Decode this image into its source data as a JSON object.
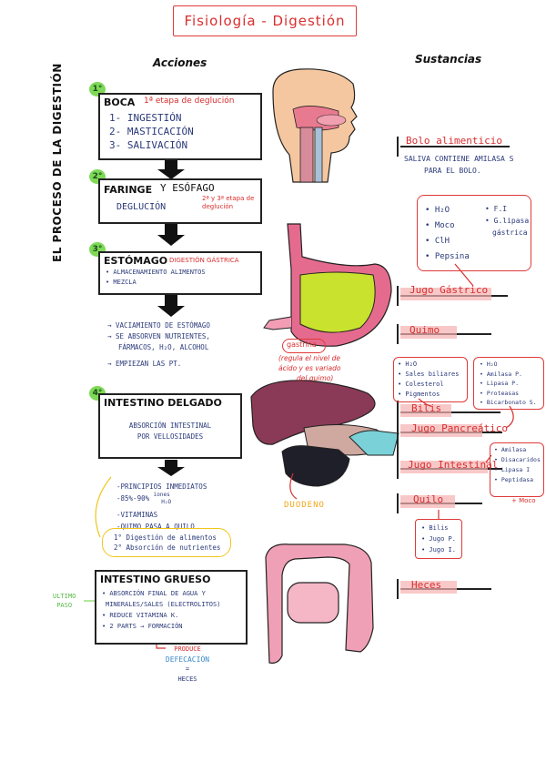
{
  "title": "Fisiología - Digestión",
  "vertical_label": "EL PROCESO DE LA DIGESTIÓN",
  "headers": {
    "actions": "Acciones",
    "substances": "Sustancias"
  },
  "stages": [
    {
      "num": "1°",
      "organ": "BOCA",
      "note": "1ª etapa de deglución",
      "lines": [
        "1- INGESTIÓN",
        "2- MASTICACIÓN",
        "3- SALIVACIÓN"
      ]
    },
    {
      "num": "2°",
      "organ": "FARINGE",
      "organ2": "Y ESÓFAGO",
      "note": "2ª y 3ª etapa de deglución",
      "lines": [
        "DEGLUCIÓN"
      ]
    },
    {
      "num": "3°",
      "organ": "ESTÓMAGO",
      "note": "DIGESTIÓN GÁSTRICA",
      "lines": [
        "• ALMACENAMIENTO ALIMENTOS",
        "• MEZCLA"
      ]
    },
    {
      "num": "4°",
      "organ": "INTESTINO DELGADO",
      "lines": [
        "ABSORCIÓN INTESTINAL",
        "POR VELLOSIDADES"
      ]
    },
    {
      "organ": "INTESTINO GRUESO",
      "lines": [
        "• ABSORCIÓN FINAL DE AGUA Y",
        "MINERALES/SALES (ELECTROLITOS)",
        "• REDUCE VITAMINA K.",
        "• 2 PARTS → FORMACIÓN"
      ]
    }
  ],
  "stomach_notes": [
    "→ VACIAMIENTO DE ESTÓMAGO",
    "→ SE ABSORVEN NUTRIENTES,",
    "FÁRMACOS, H₂O, ALCOHOL",
    "→ EMPIEZAN LAS PT."
  ],
  "intestine_notes": [
    "-PRINCIPIOS INMEDIATOS",
    "-85%-90%",
    "iones",
    "H₂O",
    "-VITAMINAS",
    "-QUIMO PASA A QUILO"
  ],
  "digestion_notes": [
    "1° Digestión de alimentos",
    "2° Absorción de nutrientes"
  ],
  "ultimo_paso": [
    "ULTIMO",
    "PASO"
  ],
  "produce": [
    "PRODUCE",
    "DEFECACIÓN",
    "=",
    "HECES"
  ],
  "substances": {
    "bolo": "Bolo alimenticio",
    "saliva": [
      "SALIVA CONTIENE AMILASA S",
      "PARA EL BOLO."
    ],
    "gastric_left": [
      "• H₂O",
      "• Moco",
      "• ClH",
      "• Pepsina"
    ],
    "gastric_right": [
      "• F.I",
      "• G.lipasa",
      "gástrica"
    ],
    "jugo_gastrico": "Jugo Gástrico",
    "quimo": "Quimo",
    "gastrina": "gastrina",
    "gastrina_note": [
      "(regula el nivel de",
      "ácido y es variado",
      "del quimo)"
    ],
    "bilis_box": [
      "• H₂O",
      "• Sales biliares",
      "• Colesterol",
      "• Pigmentos"
    ],
    "pancreatic_box": [
      "• H₂O",
      "• Amilasa P.",
      "• Lipasa P.",
      "• Proteasas",
      "• Bicarbonato S."
    ],
    "bilis": "Bilis",
    "jugo_pancreatico": "Jugo Pancreático",
    "intestinal_box": [
      "• Amilasa",
      "• Disacaridos",
      "• Lipasa I",
      "• Peptidasa"
    ],
    "moco": "+ Moco",
    "jugo_intestinal": "Jugo Intestinal",
    "duodeno": "DUODENO",
    "quilo": "Quilo",
    "quilo_box": [
      "• Bilis",
      "• Jugo P.",
      "• Jugo I."
    ],
    "heces": "Heces"
  },
  "colors": {
    "red": "#d92e2e",
    "green": "#7ed957",
    "pink_highlight": "#f6b2b2",
    "yellow": "#f2c51a",
    "ink": "#2b3a7a"
  }
}
